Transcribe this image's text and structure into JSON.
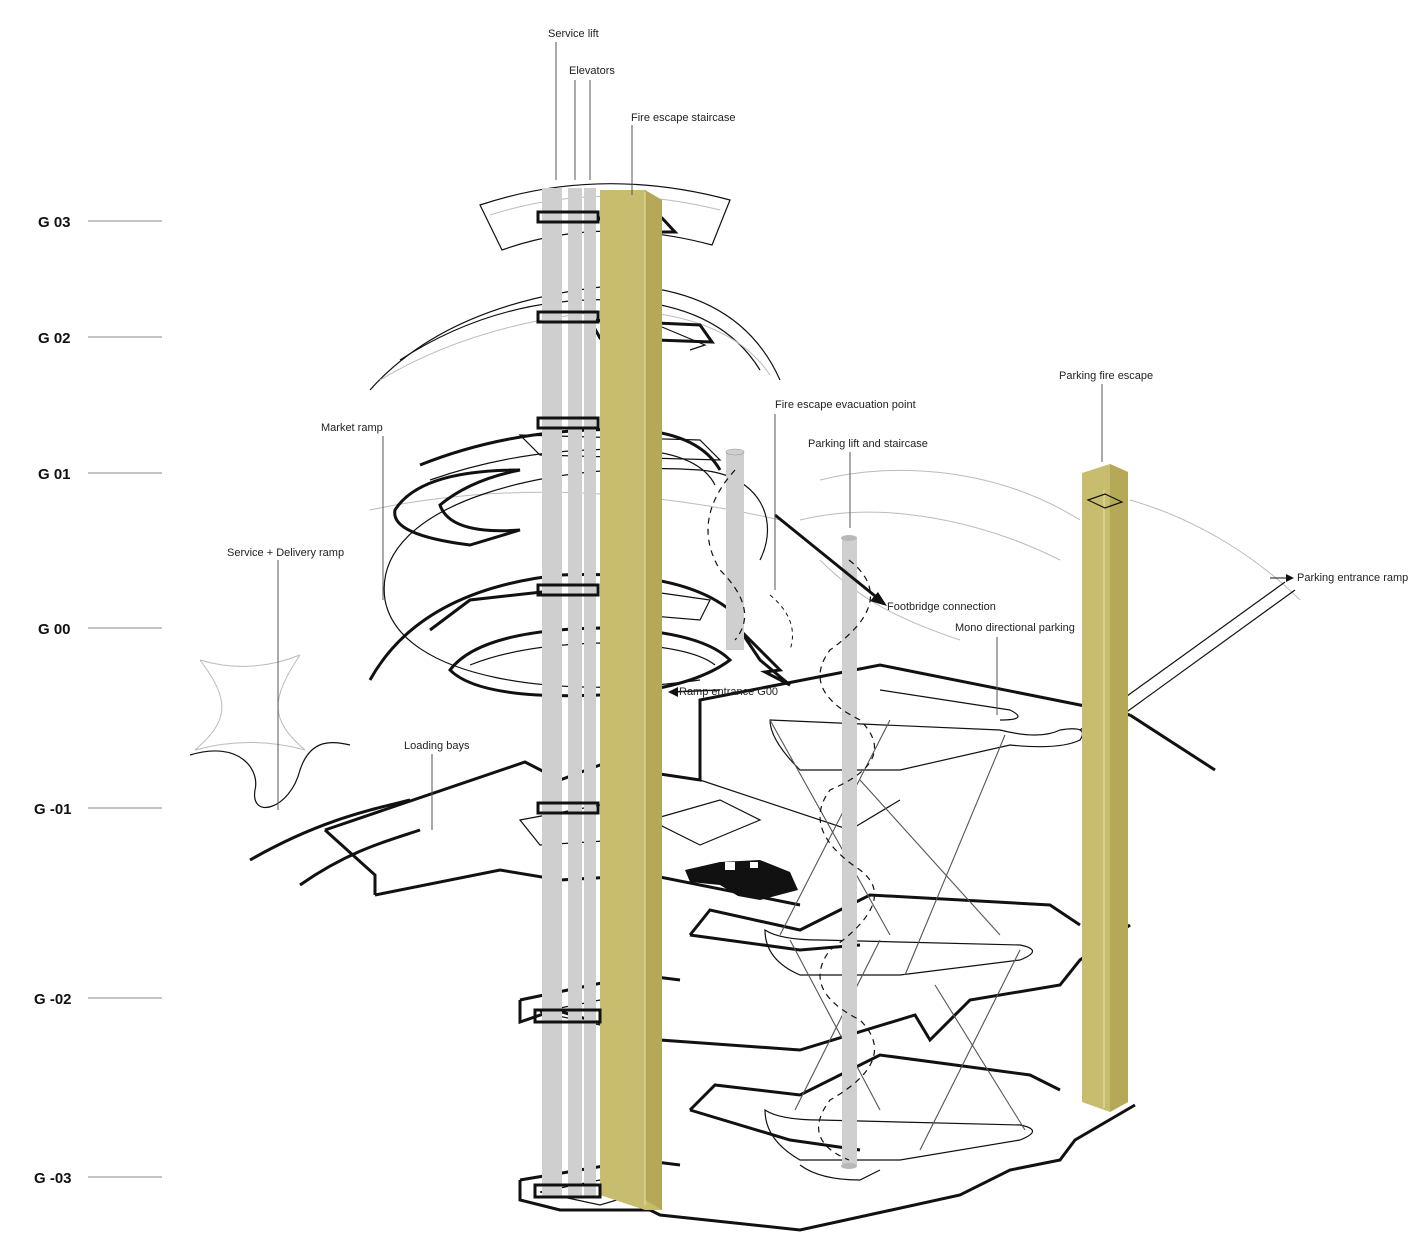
{
  "levels": [
    "G 03",
    "G 02",
    "G 01",
    "G 00",
    "G -01",
    "G -02",
    "G -03"
  ],
  "callouts": {
    "service_lift": "Service lift",
    "elevators": "Elevators",
    "fire_escape_staircase": "Fire escape staircase",
    "parking_fire_escape": "Parking fire escape",
    "fire_escape_evacuation_point": "Fire escape evacuation point",
    "parking_lift_and_staircase": "Parking lift and staircase",
    "market_ramp": "Market ramp",
    "service_delivery_ramp": "Service  + Delivery ramp",
    "parking_entrance_ramp": "Parking entrance ramp",
    "footbridge_connection": "Footbridge connection",
    "mono_directional_parking": "Mono directional parking",
    "ramp_entrance_g00": "Ramp entrance G00",
    "loading_bays": "Loading bays"
  },
  "colors": {
    "core_grey": "#cfcfcf",
    "fire_escape_gold": "#c8bd6e",
    "linework": "#111111"
  }
}
